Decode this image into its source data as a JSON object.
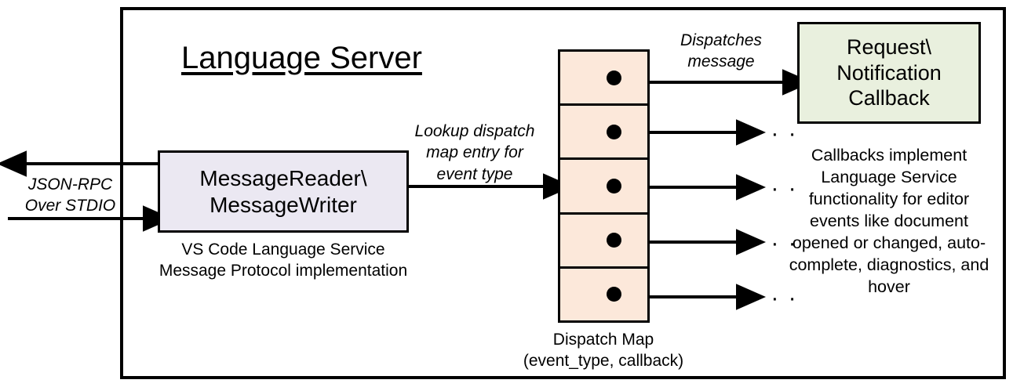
{
  "diagram": {
    "title": "Language Server",
    "boxes": {
      "reader": {
        "label": "MessageReader\\\nMessageWriter",
        "line1": "MessageReader\\",
        "line2": "MessageWriter",
        "fill": "#EBE8F2",
        "caption_line1": "VS Code Language Service",
        "caption_line2": "Message Protocol implementation"
      },
      "callback": {
        "line1": "Request\\",
        "line2": "Notification",
        "line3": "Callback",
        "fill": "#E9F0DE",
        "caption": "Callbacks implement Language Service functionality for editor events like document opened or changed, auto-complete, diagnostics, and hover"
      },
      "dispatch_map": {
        "caption_line1": "Dispatch Map",
        "caption_line2": "(event_type, callback)",
        "fill": "#FCE8DA",
        "row_count": 5,
        "rows": [
          {
            "dot": "entry-dot",
            "target": "Request\\Notification Callback"
          },
          {
            "dot": "entry-dot",
            "target": "..."
          },
          {
            "dot": "entry-dot",
            "target": "..."
          },
          {
            "dot": "entry-dot",
            "target": "..."
          },
          {
            "dot": "entry-dot",
            "target": "..."
          }
        ]
      }
    },
    "edge_labels": {
      "jsonrpc_line1": "JSON-RPC",
      "jsonrpc_line2": "Over STDIO",
      "lookup_line1": "Lookup dispatch",
      "lookup_line2": "map entry for",
      "lookup_line3": "event type",
      "dispatches_line1": "Dispatches",
      "dispatches_line2": "message"
    },
    "ellipsis": "· · ·",
    "colors": {
      "stroke": "#000000",
      "background": "#FFFFFF",
      "reader_fill": "#EBE8F2",
      "callback_fill": "#E9F0DE",
      "map_fill": "#FCE8DA"
    }
  }
}
